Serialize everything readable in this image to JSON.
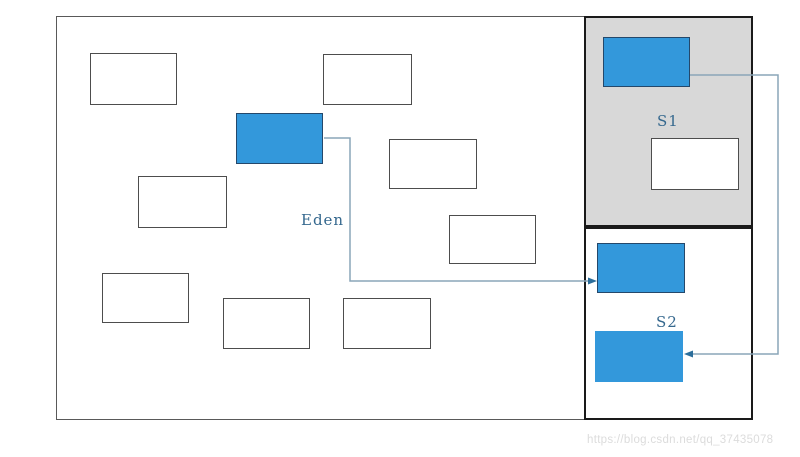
{
  "diagram": {
    "kind": "jvm-young-generation-gc-diagram",
    "regions": {
      "eden": {
        "label": "Eden",
        "empty_object_count": 8,
        "highlighted_object_count": 1
      },
      "s1": {
        "label": "S1",
        "empty_object_count": 1,
        "highlighted_object_count": 1
      },
      "s2": {
        "label": "S2",
        "empty_object_count": 0,
        "highlighted_object_count": 2
      }
    },
    "arrows": [
      {
        "name": "arrow-eden-to-s2",
        "from": "eden-live-object",
        "to": "s2-top-live-object"
      },
      {
        "name": "arrow-s1-to-s2",
        "from": "s1-live-object",
        "to": "s2-bottom-live-object"
      }
    ]
  },
  "watermark": {
    "text": "https://blog.csdn.net/qq_37435078"
  },
  "colors": {
    "highlight_blue": "#3398db",
    "highlight_border": "#24486b",
    "object_border": "#4d4d4d",
    "eden_border": "#595959",
    "survivor_border": "#1a1a1a",
    "s1_background": "#d8d8d8",
    "arrow_line": "#8aa5b8",
    "arrow_head": "#2c6e9b",
    "label_text": "#35688e",
    "watermark_text": "#dcdcdc"
  }
}
